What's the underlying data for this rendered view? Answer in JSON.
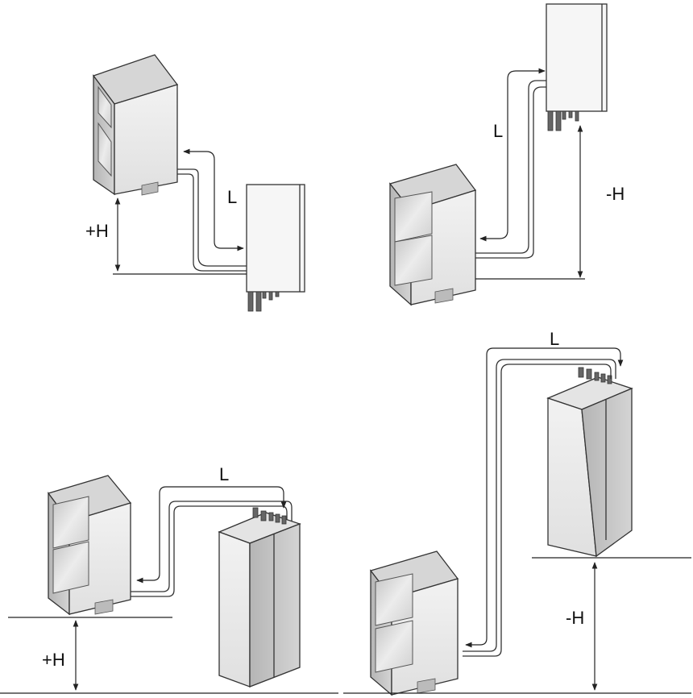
{
  "panels": [
    {
      "id": "top-left",
      "length_label": "L",
      "height_label": "+H"
    },
    {
      "id": "top-right",
      "length_label": "L",
      "height_label": "-H"
    },
    {
      "id": "bottom-left",
      "length_label": "L",
      "height_label": "+H"
    },
    {
      "id": "bottom-right",
      "length_label": "L",
      "height_label": "-H"
    }
  ],
  "colors": {
    "line": "#222222",
    "unit_front": "#e8e8e8",
    "unit_side": "#bdbdbd",
    "unit_top": "#d6d6d6",
    "panel_window": "#d0d0d0"
  }
}
